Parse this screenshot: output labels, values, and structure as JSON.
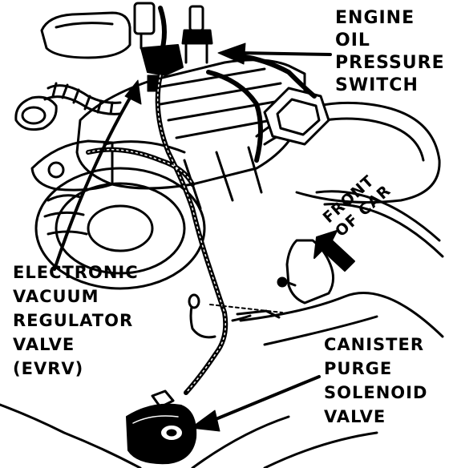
{
  "labels": {
    "engine_oil_pressure_switch": [
      "ENGINE",
      "OIL",
      "PRESSURE",
      "SWITCH"
    ],
    "evrv": [
      "ELECTRONIC",
      "VACUUM",
      "REGULATOR",
      "VALVE",
      "(EVRV)"
    ],
    "canister_purge_solenoid_valve": [
      "CANISTER",
      "PURGE",
      "SOLENOID",
      "VALVE"
    ],
    "front_of_car": [
      "FRONT",
      "OF CAR"
    ]
  },
  "colors": {
    "ink": "#000000",
    "paper": "#ffffff"
  }
}
